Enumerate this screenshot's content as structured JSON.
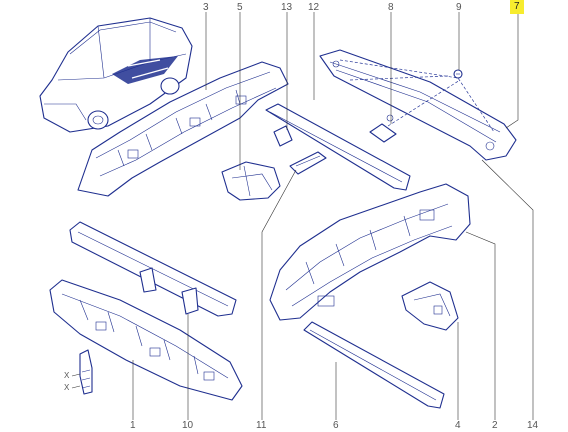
{
  "callouts": [
    {
      "id": "c1",
      "label": "1"
    },
    {
      "id": "c2",
      "label": "2"
    },
    {
      "id": "c3",
      "label": "3"
    },
    {
      "id": "c4",
      "label": "4"
    },
    {
      "id": "c5",
      "label": "5"
    },
    {
      "id": "c6",
      "label": "6"
    },
    {
      "id": "c7",
      "label": "7"
    },
    {
      "id": "c8",
      "label": "8"
    },
    {
      "id": "c9",
      "label": "9"
    },
    {
      "id": "c10",
      "label": "10"
    },
    {
      "id": "c11",
      "label": "11"
    },
    {
      "id": "c12",
      "label": "12"
    },
    {
      "id": "c13",
      "label": "13"
    },
    {
      "id": "c14",
      "label": "14"
    }
  ],
  "highlighted_callout": "7",
  "axis_markers": {
    "x_top": "X",
    "x_bottom": "X"
  },
  "colors": {
    "line": "#1f2f8f",
    "leader": "#333333",
    "highlight": "#f7ec2e",
    "label": "#555555"
  }
}
